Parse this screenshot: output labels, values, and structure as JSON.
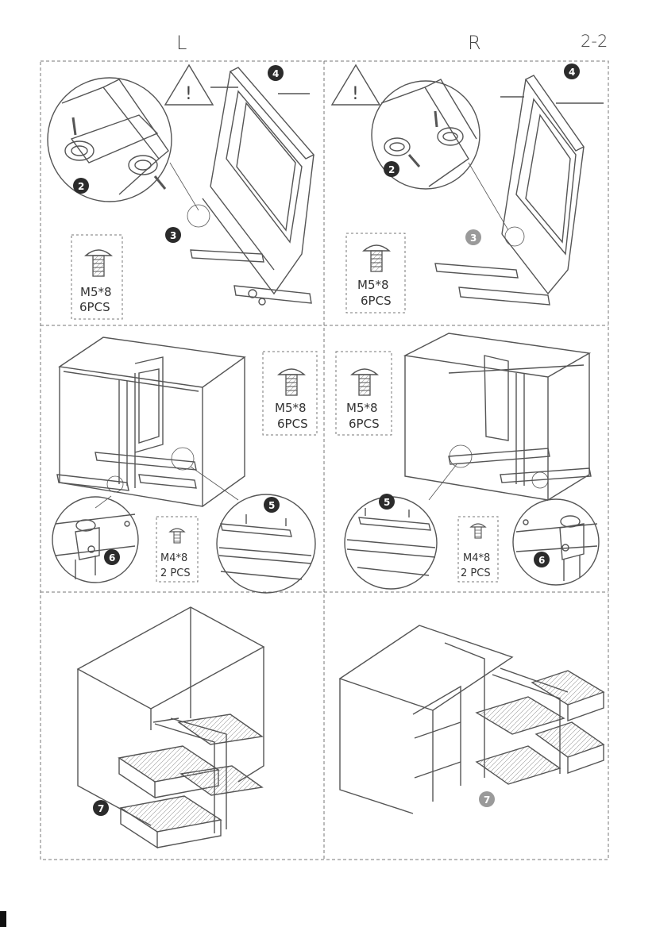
{
  "header": {
    "left_label": "L",
    "right_label": "R",
    "page_number": "2-2"
  },
  "warning_mark": "!",
  "screw_large": {
    "size": "M5*8",
    "qty": "6PCS"
  },
  "screw_small": {
    "size": "M4*8",
    "qty": "2 PCS"
  },
  "steps": [
    "2",
    "3",
    "4",
    "5",
    "6",
    "7"
  ],
  "colors": {
    "line": "#555555",
    "badge": "#2b2b2b",
    "badge_faded": "#9a9a9a",
    "dash": "#777777"
  }
}
